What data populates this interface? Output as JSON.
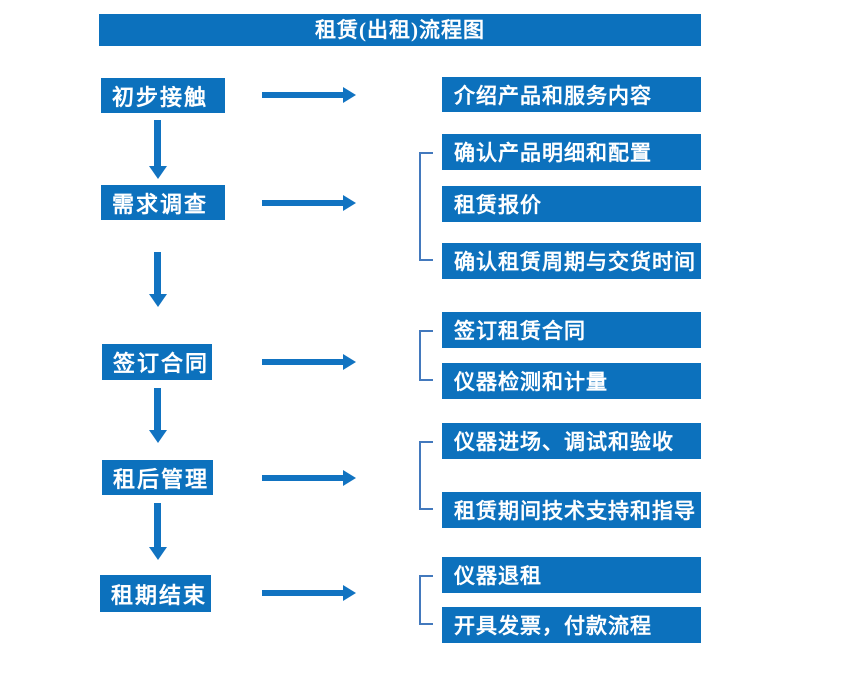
{
  "title": "租赁(出租)流程图",
  "colors": {
    "primary": "#0c71bd",
    "arrow": "#1173c1",
    "bracket": "#4379bd",
    "box_text": "#ffffff"
  },
  "stages": [
    {
      "label": "初步接触",
      "details": [
        "介绍产品和服务内容"
      ]
    },
    {
      "label": "需求调查",
      "details": [
        "确认产品明细和配置",
        "租赁报价",
        "确认租赁周期与交货时间"
      ]
    },
    {
      "label": "签订合同",
      "details": [
        "签订租赁合同",
        "仪器检测和计量"
      ]
    },
    {
      "label": "租后管理",
      "details": [
        "仪器进场、调试和验收",
        "租赁期间技术支持和指导"
      ]
    },
    {
      "label": "租期结束",
      "details": [
        "仪器退租",
        "开具发票，付款流程"
      ]
    }
  ]
}
